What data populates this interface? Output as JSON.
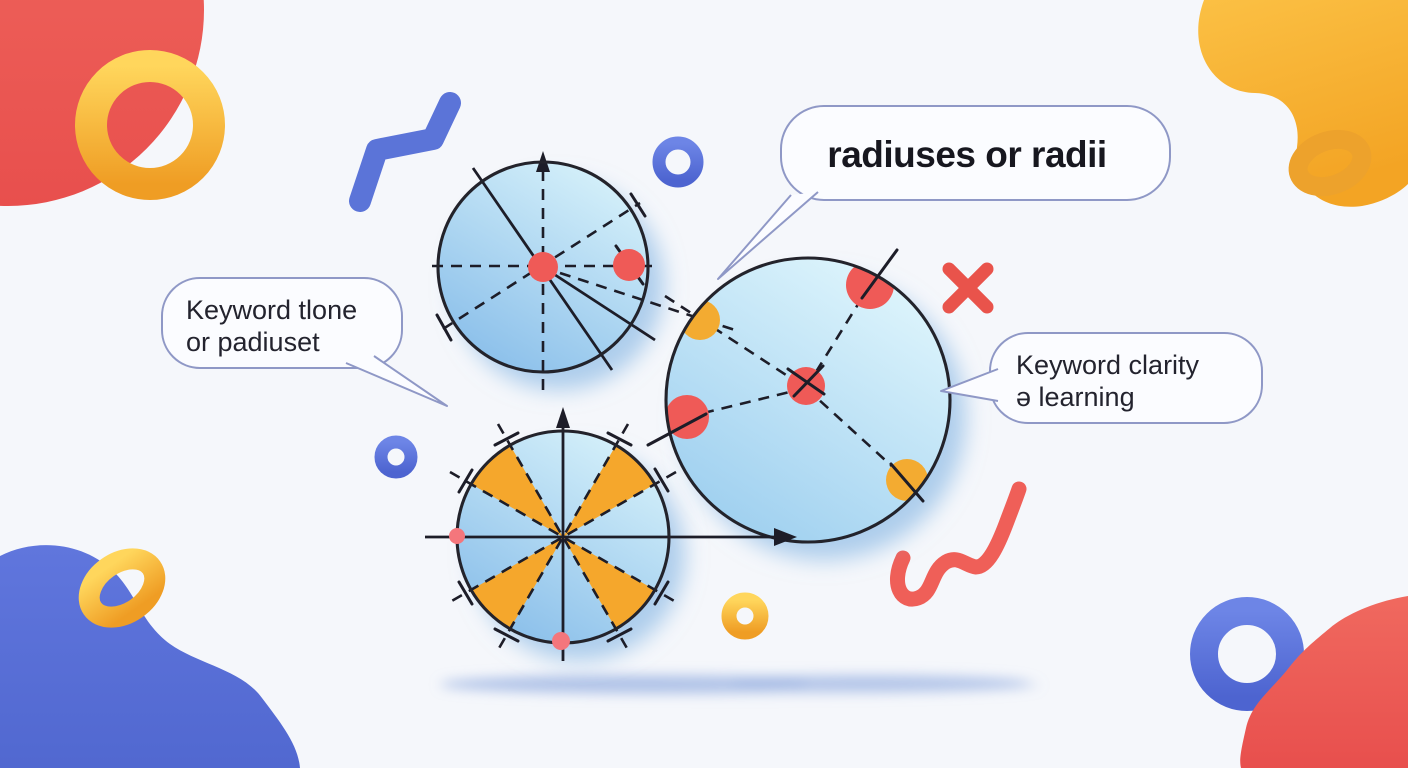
{
  "bubbles": {
    "title": {
      "text": "radiuses or radii"
    },
    "left": {
      "line1": "Keyword tlone",
      "line2": "or padiuset"
    },
    "right": {
      "line1": "Keyword clarity",
      "line2": "ə learning"
    }
  },
  "diagram": {
    "circles": [
      "top-small-circle-with-radii",
      "large-circle-with-marked-radii",
      "bottom-circle-with-yellow-sectors"
    ]
  },
  "decorations": [
    "red-blob-top-left",
    "yellow-ring-top-left",
    "yellow-blob-top-right",
    "yellow-ring-top-right",
    "blue-zigzag",
    "blue-ring-top",
    "blue-donut-left",
    "red-x-mark",
    "red-squiggle",
    "yellow-donut-bottom",
    "blue-blob-bottom-left",
    "yellow-ring-bottom-left",
    "blue-ring-bottom-right",
    "red-blob-bottom-right",
    "ground-shadow"
  ],
  "colors": {
    "background": "#f5f7fb",
    "outline": "#1d1d28",
    "circle_blue_light": "#d8f2fb",
    "circle_blue_deep": "#88bdea",
    "accent_red": "#ee5a55",
    "accent_yellow": "#f5a92e",
    "accent_blue": "#5b74d8",
    "bubble_border": "#8f98c6",
    "bubble_fill": "#fbfcff",
    "text": "#1b1b24",
    "ground_shadow": "#8fa9df"
  }
}
